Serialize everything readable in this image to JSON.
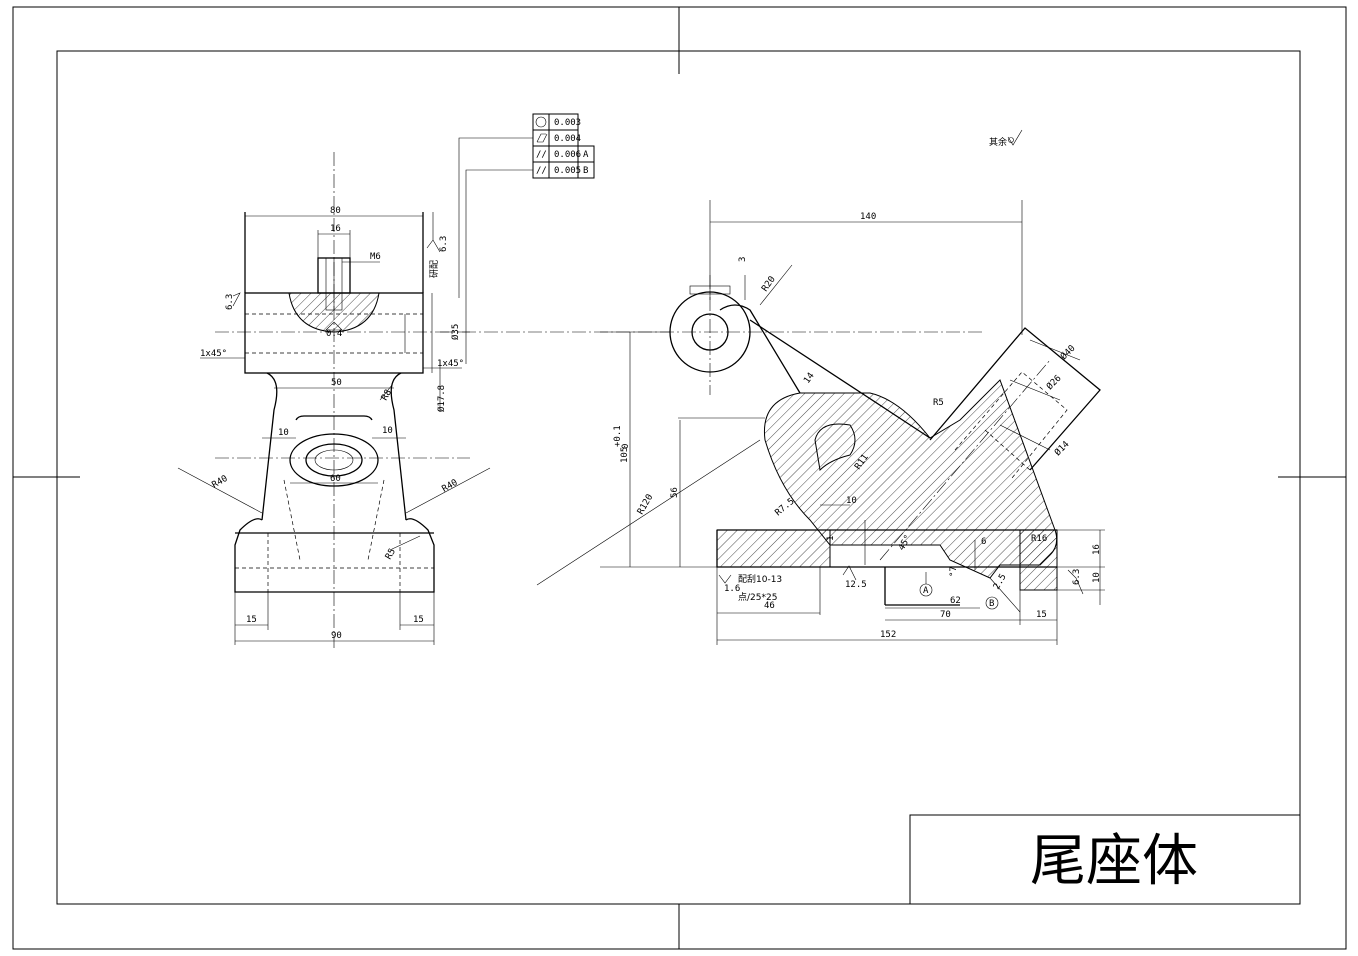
{
  "title_block": {
    "part_name": "尾座体"
  },
  "notes": {
    "rest_roughness": "其余"
  },
  "tolerance_frame": {
    "rows": [
      {
        "symbol": "◯",
        "value": "0.003",
        "datum": ""
      },
      {
        "symbol": "⌭",
        "value": "0.004",
        "datum": ""
      },
      {
        "symbol": "//",
        "value": "0.006",
        "datum": "A"
      },
      {
        "symbol": "//",
        "value": "0.005",
        "datum": "B"
      }
    ]
  },
  "front_view": {
    "dims": {
      "width_top": "80",
      "slot_width": "16",
      "thread": "M6",
      "bore_dia": "Ø35",
      "chamfer_left": "1x45°",
      "chamfer_right": "1x45°",
      "roughness_top": "6.3",
      "roughness_left": "6.3",
      "roughness_bore": "0.4",
      "note_grind": "研配",
      "neck_width": "50",
      "neck_radius": "R8",
      "small_dia": "Ø17.8",
      "offset_left": "10",
      "offset_right": "10",
      "boss_width": "60",
      "arm_radius_left": "R40",
      "arm_radius_right": "R40",
      "fillet": "R5",
      "base_left": "15",
      "base_right": "15",
      "base_width": "90"
    }
  },
  "side_view": {
    "dims": {
      "length_top": "140",
      "gap_small": "3",
      "radius_top": "R20",
      "rib": "14",
      "fillet_r5": "R5",
      "dia_40": "Ø40",
      "dia_26": "Ø26",
      "dia_14": "Ø14",
      "radius_r11": "R11",
      "height_105": "105",
      "tol_upper": "+0.1",
      "tol_lower": "0",
      "radius_r120": "R120",
      "height_56": "56",
      "radius_r75": "R7.5",
      "gap_10": "10",
      "angle_45": "45°",
      "chamfer_06": "6",
      "radius_r16": "R16",
      "depth_16": "16",
      "depth_10": "10",
      "step_1": "1",
      "note_scrape": "配刮10-13",
      "note_points": "点/25*25",
      "roughness_16": "1.6",
      "roughness_125": "12.5",
      "roughness_63": "6.3",
      "roughness_26": "2.5",
      "datum_a": "A",
      "datum_b": "B",
      "len_46": "46",
      "len_62": "62",
      "len_70": "70",
      "len_15": "15",
      "len_152": "152",
      "angle_chamfer": "°7"
    }
  }
}
